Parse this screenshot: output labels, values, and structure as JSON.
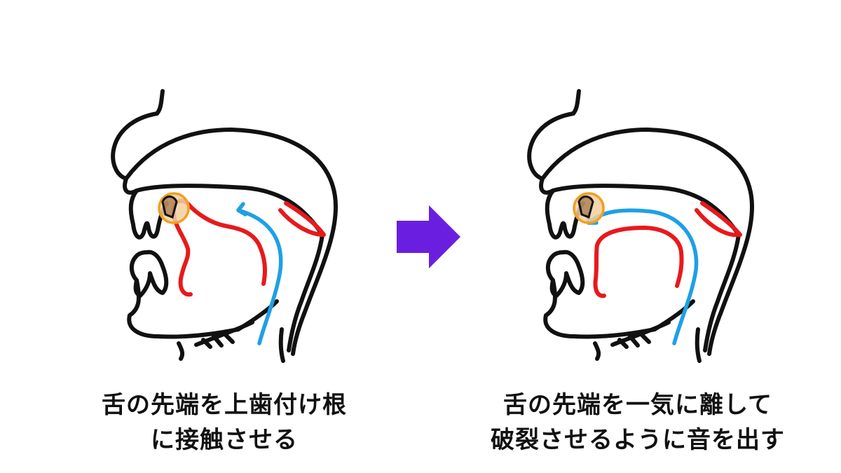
{
  "steps": [
    {
      "caption_line1": "舌の先端を上歯付け根",
      "caption_line2": "に接触させる"
    },
    {
      "caption_line1": "舌の先端を一気に離して",
      "caption_line2": "破裂させるように音を出す"
    }
  ],
  "arrow_color": "#6A1FE0",
  "outline_color": "#111111",
  "tongue_color": "#E8191B",
  "airflow_color": "#1EA0E6",
  "highlight_color": "#F0A021",
  "highlight_fill": "#F2CFA0"
}
